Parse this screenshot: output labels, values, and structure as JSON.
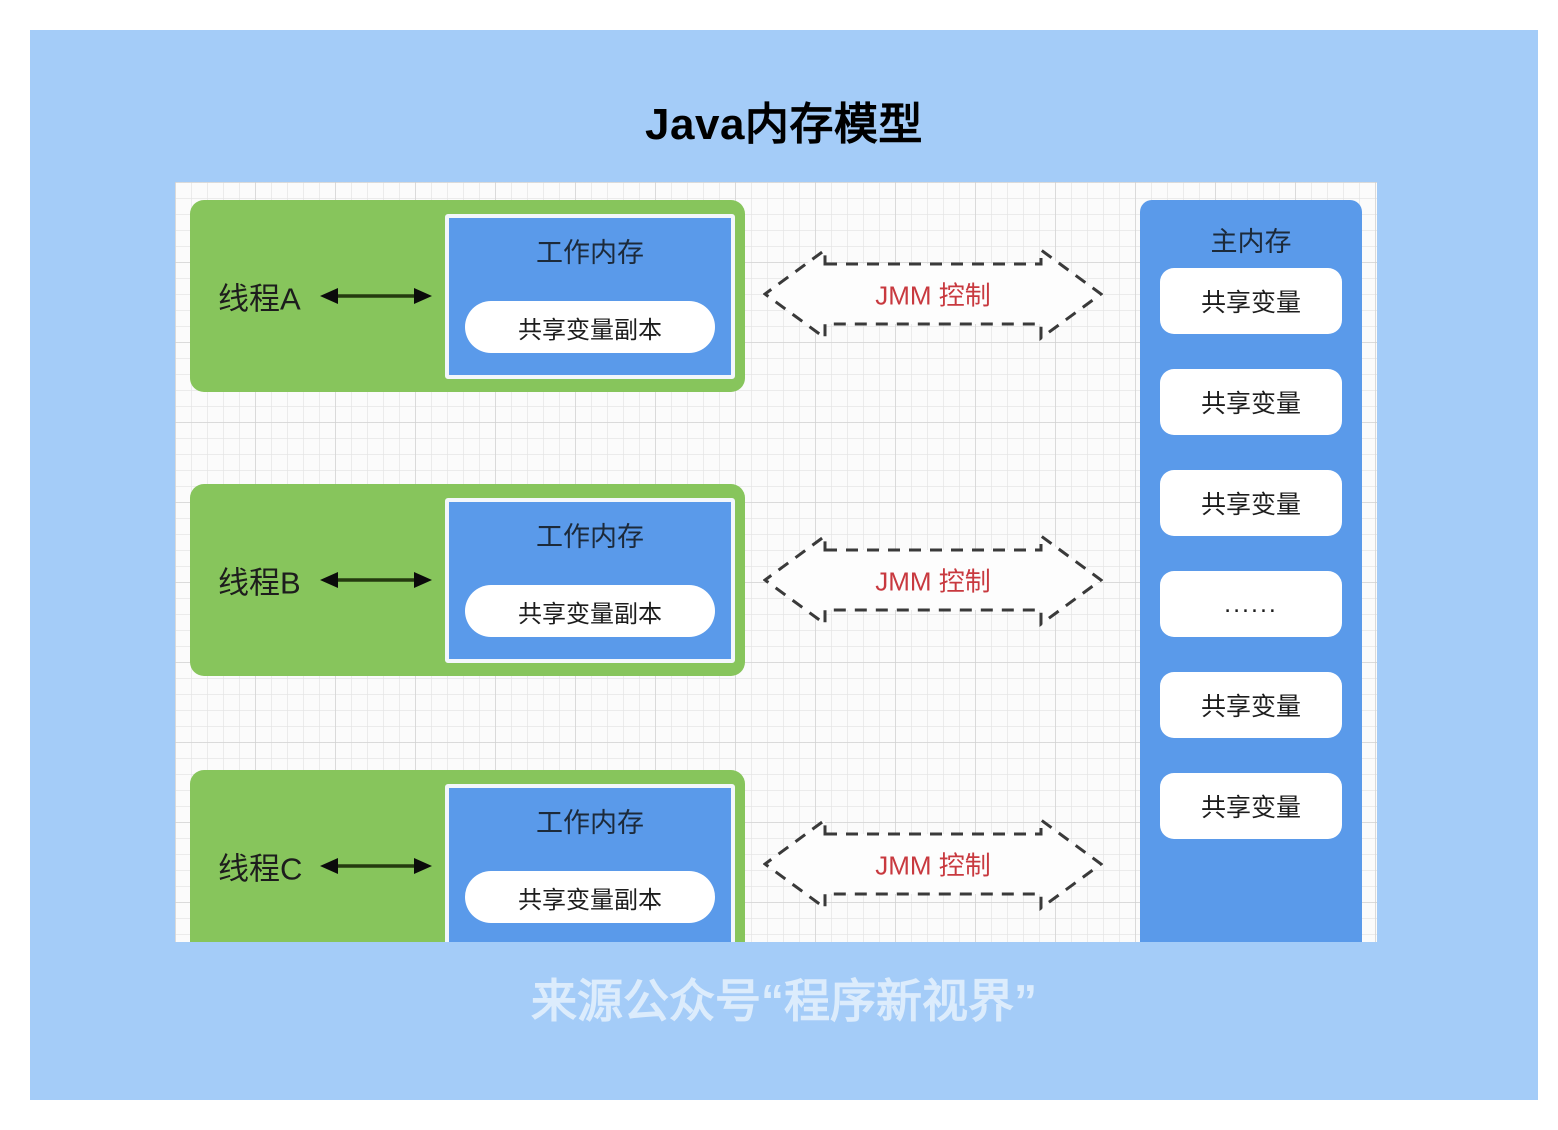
{
  "slide": {
    "title": "Java内存模型",
    "watermark": "来源公众号“程序新视界”",
    "colors": {
      "background": "#a4ccf8",
      "thread_block": "#87c55c",
      "memory_block": "#5a9aea",
      "canvas": "#fbfbfb",
      "jmm_label": "#c8393f",
      "item": "#ffffff"
    }
  },
  "threads": [
    {
      "label": "线程A",
      "working_memory_title": "工作内存",
      "shared_copy": "共享变量副本",
      "link_label": "JMM 控制"
    },
    {
      "label": "线程B",
      "working_memory_title": "工作内存",
      "shared_copy": "共享变量副本",
      "link_label": "JMM 控制"
    },
    {
      "label": "线程C",
      "working_memory_title": "工作内存",
      "shared_copy": "共享变量副本",
      "link_label": "JMM 控制"
    }
  ],
  "main_memory": {
    "title": "主内存",
    "items": [
      "共享变量",
      "共享变量",
      "共享变量",
      "......",
      "共享变量",
      "共享变量"
    ]
  }
}
